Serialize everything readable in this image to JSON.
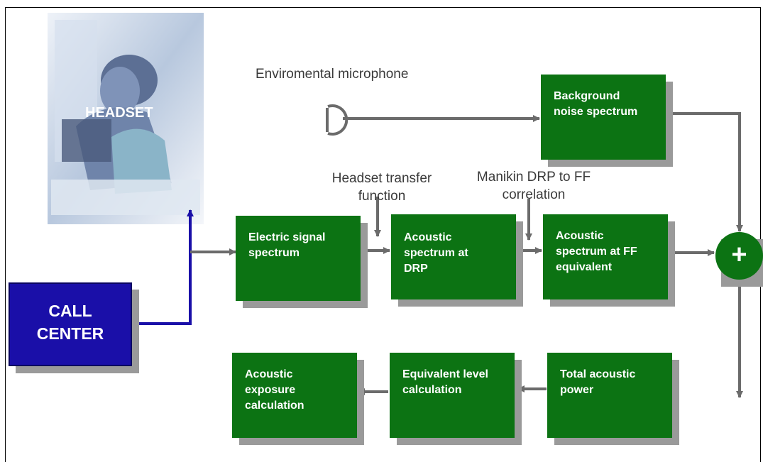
{
  "headset": {
    "label": "HEADSET"
  },
  "call_center": {
    "label": "CALL\nCENTER"
  },
  "microphone": {
    "label": "Enviromental microphone"
  },
  "annotations": {
    "headset_transfer": "Headset transfer\nfunction",
    "manikin": "Manikin DRP to FF\ncorrelation"
  },
  "boxes": {
    "background_noise": "Background\nnoise spectrum",
    "electric_signal": "Electric signal\nspectrum",
    "acoustic_drp": "Acoustic\nspectrum at\nDRP",
    "acoustic_ff": "Acoustic\nspectrum at FF\nequivalent",
    "total_power": "Total acoustic\npower",
    "equivalent_level": "Equivalent level\ncalculation",
    "exposure": "Acoustic\nexposure\ncalculation"
  },
  "summing_junction": {
    "symbol": "+"
  },
  "colors": {
    "box": "#0c7313",
    "call_center": "#1a0fa8",
    "wire": "#6b6b6b",
    "blue_wire": "#1a0fa8",
    "shadow": "#9a9a9a"
  }
}
